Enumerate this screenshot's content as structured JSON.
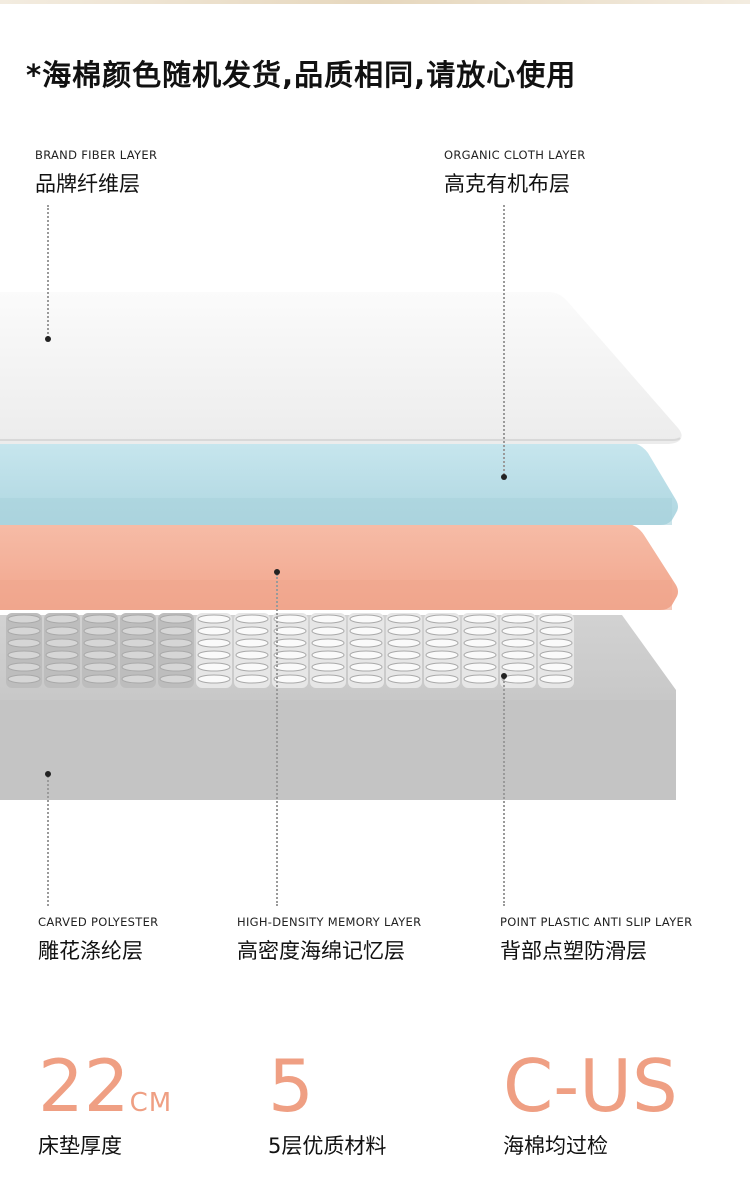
{
  "notice": "*海棉颜色随机发货,品质相同,请放心使用",
  "labels": {
    "brand_fiber": {
      "en": "BRAND FIBER LAYER",
      "cn": "品牌纤维层"
    },
    "organic_cloth": {
      "en": "ORGANIC CLOTH LAYER",
      "cn": "高克有机布层"
    },
    "carved_polyester": {
      "en": "CARVED POLYESTER",
      "cn": "雕花涤纶层"
    },
    "memory_layer": {
      "en": "HIGH-DENSITY MEMORY LAYER",
      "cn": "高密度海绵记忆层"
    },
    "anti_slip": {
      "en": "POINT PLASTIC ANTI SLIP LAYER",
      "cn": "背部点塑防滑层"
    }
  },
  "layer_colors": {
    "top": "#f4f4f4",
    "blue": "#b9dde6",
    "pink": "#f4b09a",
    "spring": "#efefef",
    "base": "#c6c6c6"
  },
  "stats": [
    {
      "value": "22",
      "unit": "CM",
      "caption": "床垫厚度"
    },
    {
      "value": "5",
      "unit": "",
      "caption": "5层优质材料"
    },
    {
      "value": "C-US",
      "unit": "",
      "caption": "海棉均过检"
    }
  ],
  "accent_color": "#ef9f83"
}
